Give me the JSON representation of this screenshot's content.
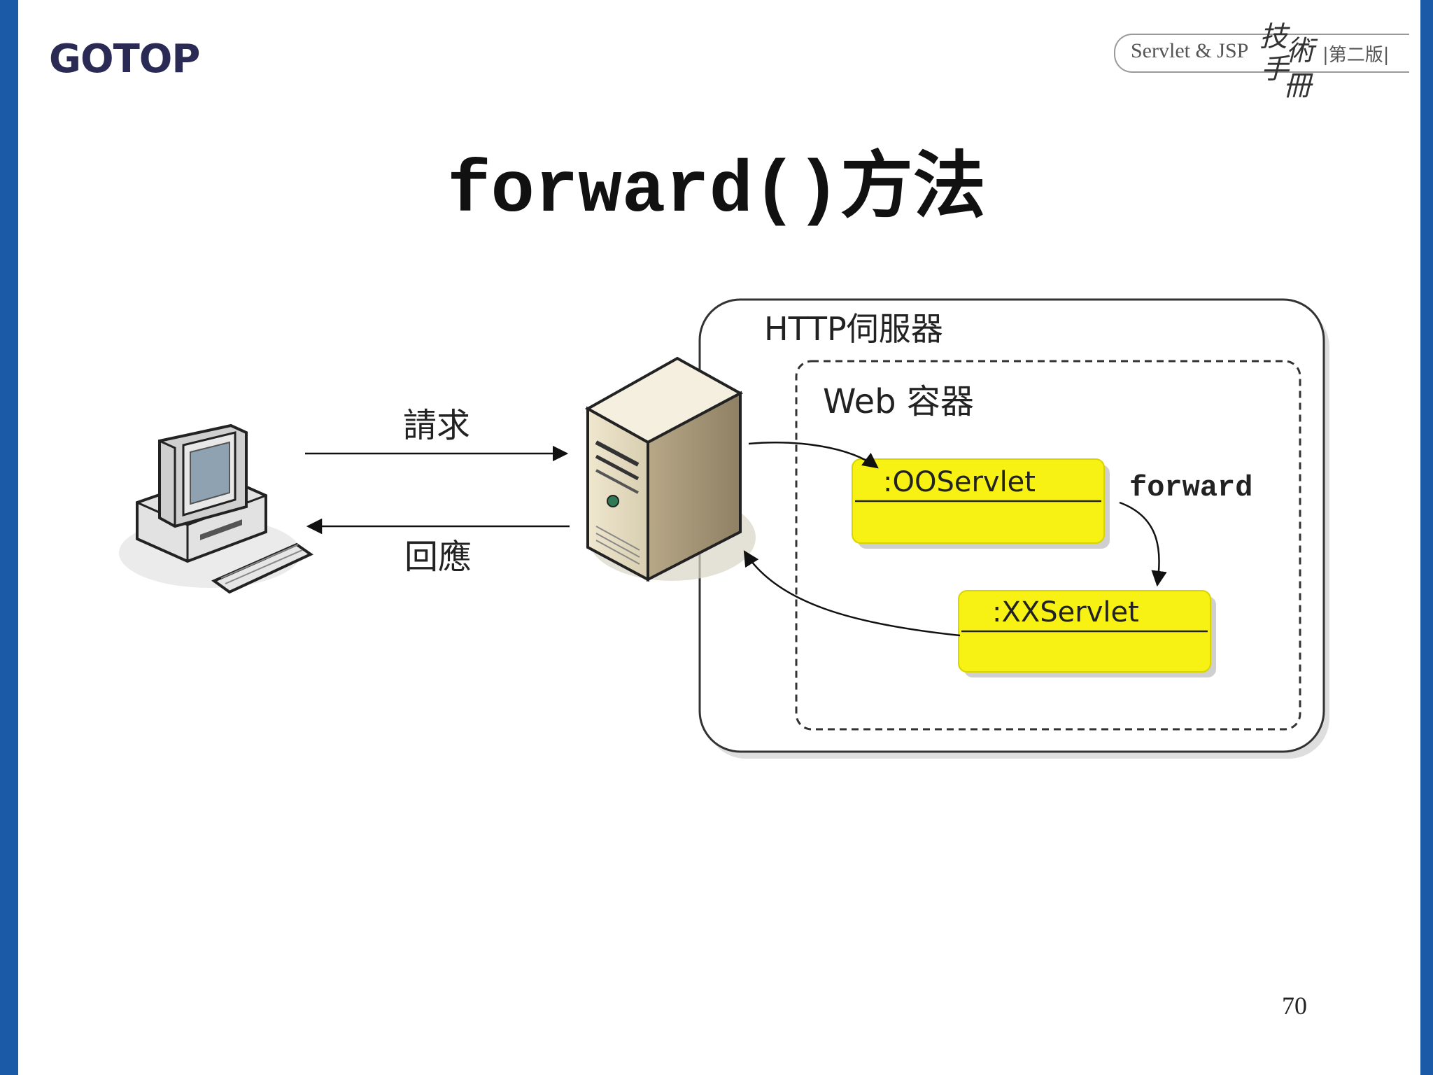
{
  "brand": {
    "logo_text": "GOTOP"
  },
  "book_badge": {
    "title": "Servlet & JSP",
    "stylized_chars": [
      "技",
      "術",
      "手",
      "冊"
    ],
    "edition": "|第二版|"
  },
  "slide": {
    "title_code": "forward()",
    "title_suffix": "方法",
    "page_number": "70"
  },
  "diagram": {
    "http_server_label": "HTTP伺服器",
    "web_container_label": "Web 容器",
    "request_label": "請求",
    "response_label": "回應",
    "oo_servlet_label": ":OOServlet",
    "xx_servlet_label": ":XXServlet",
    "forward_label": "forward",
    "servlet_fill_color": "#f7f214",
    "client_icon": "desktop-computer-icon",
    "server_icon": "server-tower-icon"
  }
}
